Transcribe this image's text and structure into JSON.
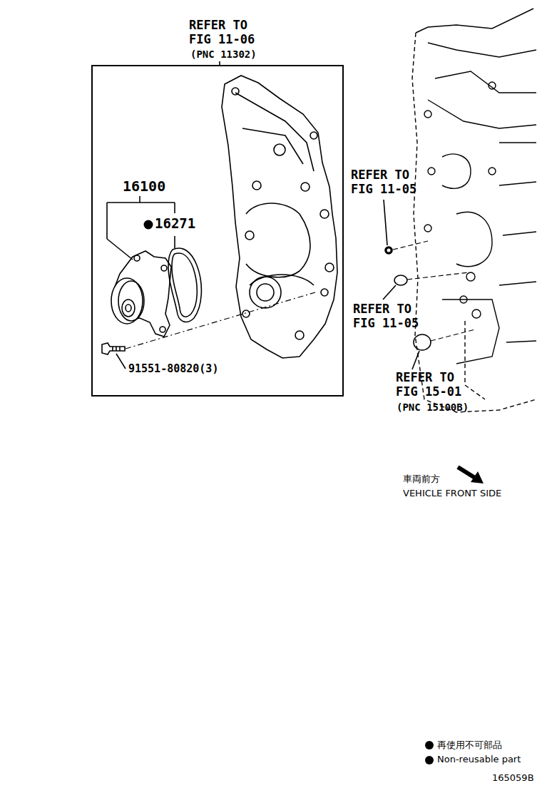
{
  "diagram": {
    "nodes": [
      {
        "text": [
          "REFER TO FIG 11-06",
          "(PNC 11302)"
        ]
      }
    ],
    "labels": [
      "16100",
      "16271",
      "91551-80820(3)",
      "REFER TO FIG 11-05",
      "REFER TO FIG 11-05",
      "REFER TO FIG 15-01",
      "(PNC 15100B)",
      "車両前方",
      "VEHICLE FRONT SIDE",
      "165059B"
    ],
    "legend": [
      {
        "text": "再使用不可部品"
      },
      {
        "text": "Non-reusable part"
      }
    ]
  }
}
